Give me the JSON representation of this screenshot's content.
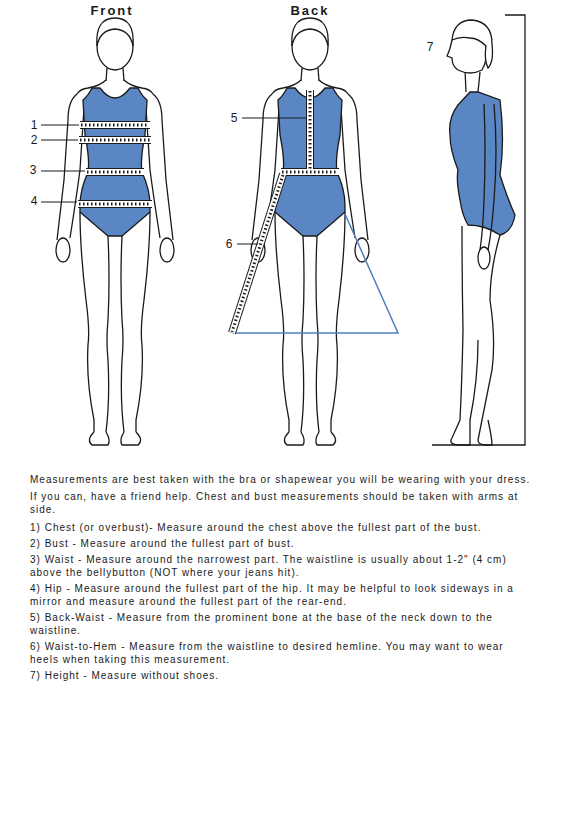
{
  "diagram": {
    "labels": [
      "Front",
      "Back",
      "1",
      "2",
      "3",
      "4",
      "5",
      "6",
      "7",
      "Measurements are best taken with the bra or shapewear you will be wearing with your dress.",
      "If you can, have a friend help. Chest and bust measurements should be taken with arms at side.",
      "1) Chest (or overbust)- Measure around the chest above the fullest part of the bust.",
      "2) Bust - Measure around the fullest part of bust.",
      "3) Waist - Measure around the narrowest part. The waistline is usually about 1-2\" (4 cm) above the bellybutton (NOT where your jeans hit).",
      "4) Hip - Measure around the fullest part of the hip. It may be helpful to look sideways in a mirror and measure around the fullest part of the rear-end.",
      "5) Back-Waist - Measure from the prominent bone at the base of the neck down to the waistline.",
      "6) Waist-to-Hem - Measure from the waistline to desired hemline. You may want to wear heels when taking this measurement.",
      "7) Height - Measure without shoes."
    ]
  }
}
